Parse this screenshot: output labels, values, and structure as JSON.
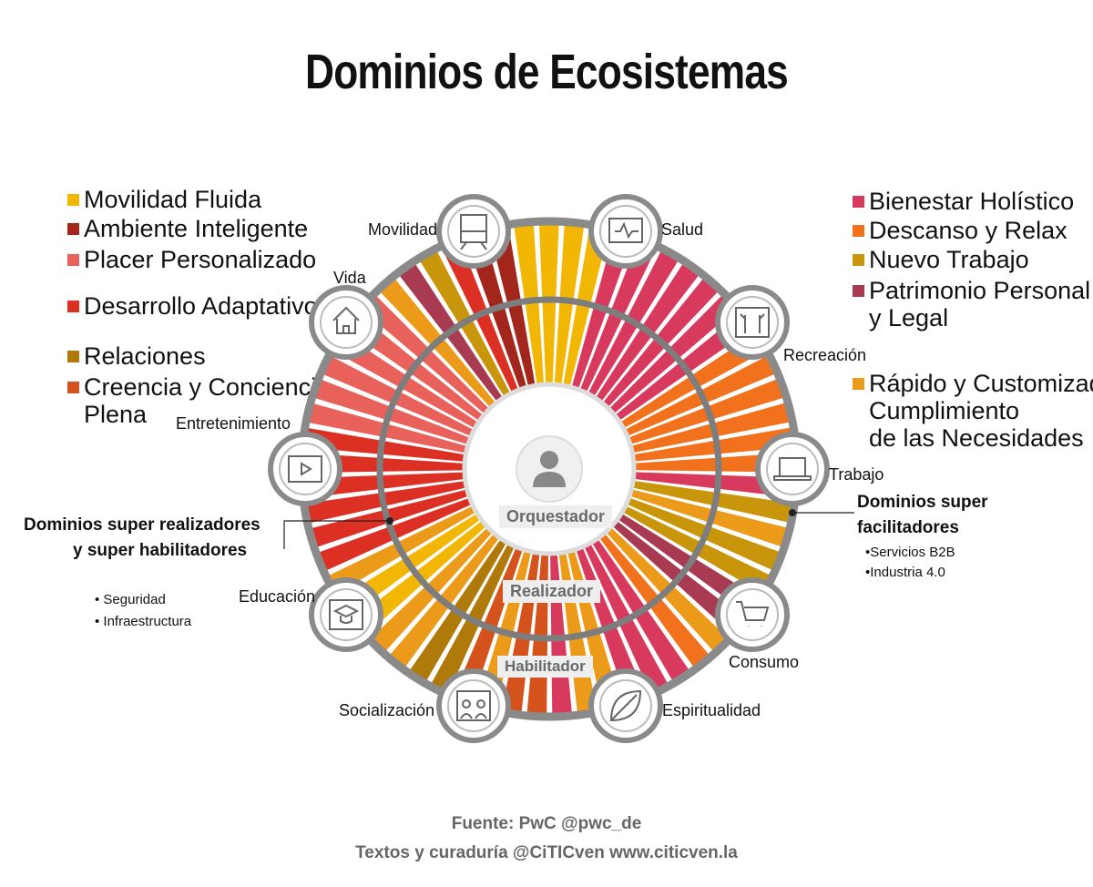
{
  "title": "Dominios de Ecosistemas",
  "legend_left": [
    {
      "label": "Movilidad Fluida",
      "color": "#f2b705"
    },
    {
      "label": "Ambiente Inteligente",
      "color": "#a3261c"
    },
    {
      "label": "Placer Personalizado",
      "color": "#e8625b"
    },
    {
      "label": "Desarrollo Adaptativo",
      "color": "#dc3025"
    },
    {
      "label": "Relaciones",
      "color": "#b07a0a"
    },
    {
      "label": "Creencia y Conciencia",
      "cont": "Plena",
      "color": "#d4531c"
    }
  ],
  "legend_right": [
    {
      "label": "Bienestar Holístico",
      "color": "#d83a5e"
    },
    {
      "label": "Descanso y Relax",
      "color": "#f2711c"
    },
    {
      "label": "Nuevo Trabajo",
      "color": "#c9950a"
    },
    {
      "label": "Patrimonio Personal",
      "cont": "y Legal",
      "color": "#a83a52"
    },
    {
      "label": "Rápido y Customizado",
      "cont": "Cumplimiento",
      "cont2": "de las Necesidades",
      "color": "#ec9a1a"
    }
  ],
  "domains": [
    "Movilidad",
    "Salud",
    "Recreación",
    "Trabajo",
    "Consumo",
    "Espiritualidad",
    "Socialización",
    "Educación",
    "Entretenimiento",
    "Vida"
  ],
  "icons": [
    "train-icon",
    "heart-monitor-icon",
    "plants-icon",
    "laptop-icon",
    "cart-icon",
    "leaf-icon",
    "group-icon",
    "graduation-cap-icon",
    "video-icon",
    "house-icon"
  ],
  "rings": {
    "inner": "Orquestador",
    "middle": "Realizador",
    "outer": "Habilitador"
  },
  "left_callout": {
    "line1": "Dominios super realizadores",
    "line2": "y super habilitadores",
    "bullets": [
      "Seguridad",
      "Infraestructura"
    ]
  },
  "right_callout": {
    "line1": "Dominios super",
    "line2": "facilitadores",
    "bullets": [
      "Servicios B2B",
      "Industria 4.0"
    ]
  },
  "footer": {
    "line1": "Fuente: PwC @pwc_de",
    "line2": "Textos y curaduría @CiTICven www.citicven.la"
  },
  "colors": {
    "ring": "#8a8a8a",
    "gap": "#ffffff"
  }
}
